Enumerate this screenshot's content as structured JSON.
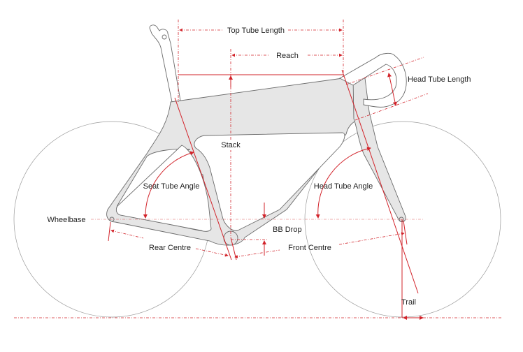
{
  "colors": {
    "dimension": "#d2232a",
    "frame_fill": "#e6e6e6",
    "outline": "#6b6b6b"
  },
  "labels": {
    "top_tube_length": "Top Tube Length",
    "reach": "Reach",
    "head_tube_length": "Head Tube Length",
    "stack": "Stack",
    "seat_tube_angle": "Seat Tube Angle",
    "head_tube_angle": "Head Tube Angle",
    "wheelbase": "Wheelbase",
    "bb_drop": "BB Drop",
    "rear_centre": "Rear Centre",
    "front_centre": "Front Centre",
    "trail": "Trail"
  }
}
